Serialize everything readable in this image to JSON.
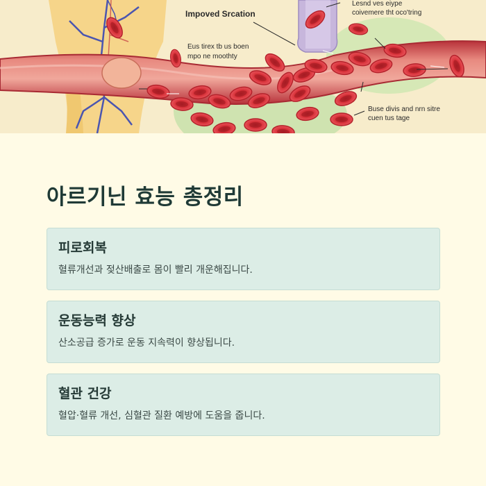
{
  "hero": {
    "labels": {
      "main": "Impoved Srcation",
      "top_right_1": "Lesnd ves eiype",
      "top_right_2": "coivemere tht oco'tring",
      "mid_left_1": "Eus tirex tb us boen",
      "mid_left_2": "mpo ne moothty",
      "bottom_right_1": "Buse divis and nrn sitre",
      "bottom_right_2": "cuen tus tage"
    },
    "colors": {
      "background": "#f7eccb",
      "vessel": "#c94a4a",
      "vessel_inner": "#e07b74",
      "cell": "#d8323a",
      "vein": "#4a55b0",
      "blob": "#cfe3b0"
    }
  },
  "title": "아르기닌 효능 총정리",
  "cards": [
    {
      "title": "피로회복",
      "desc": "혈류개선과 젖산배출로 몸이 빨리 개운해집니다."
    },
    {
      "title": "운동능력 향상",
      "desc": "산소공급 증가로 운동 지속력이 향상됩니다."
    },
    {
      "title": "혈관 건강",
      "desc": "혈압·혈류 개선, 심혈관 질환 예방에 도움을 줍니다."
    }
  ]
}
